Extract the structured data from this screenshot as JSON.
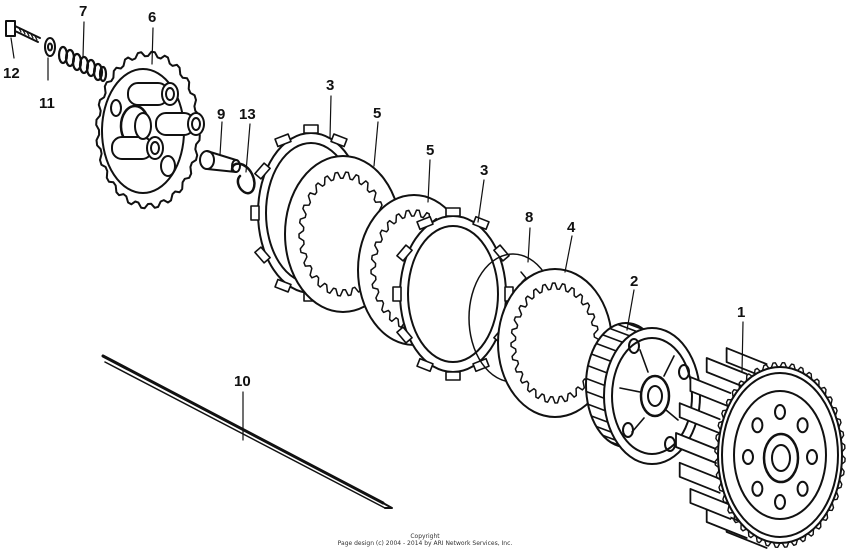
{
  "diagram": {
    "callouts": [
      {
        "id": "c1",
        "label": "1"
      },
      {
        "id": "c2",
        "label": "2"
      },
      {
        "id": "c3a",
        "label": "3"
      },
      {
        "id": "c3b",
        "label": "3"
      },
      {
        "id": "c4",
        "label": "4"
      },
      {
        "id": "c5a",
        "label": "5"
      },
      {
        "id": "c5b",
        "label": "5"
      },
      {
        "id": "c6",
        "label": "6"
      },
      {
        "id": "c7",
        "label": "7"
      },
      {
        "id": "c8",
        "label": "8"
      },
      {
        "id": "c9",
        "label": "9"
      },
      {
        "id": "c10",
        "label": "10"
      },
      {
        "id": "c11",
        "label": "11"
      },
      {
        "id": "c12",
        "label": "12"
      },
      {
        "id": "c13",
        "label": "13"
      }
    ]
  },
  "footer": {
    "line1": "Copyright",
    "line2": "Page design (c) 2004 - 2014 by ARI Network Services, Inc."
  }
}
